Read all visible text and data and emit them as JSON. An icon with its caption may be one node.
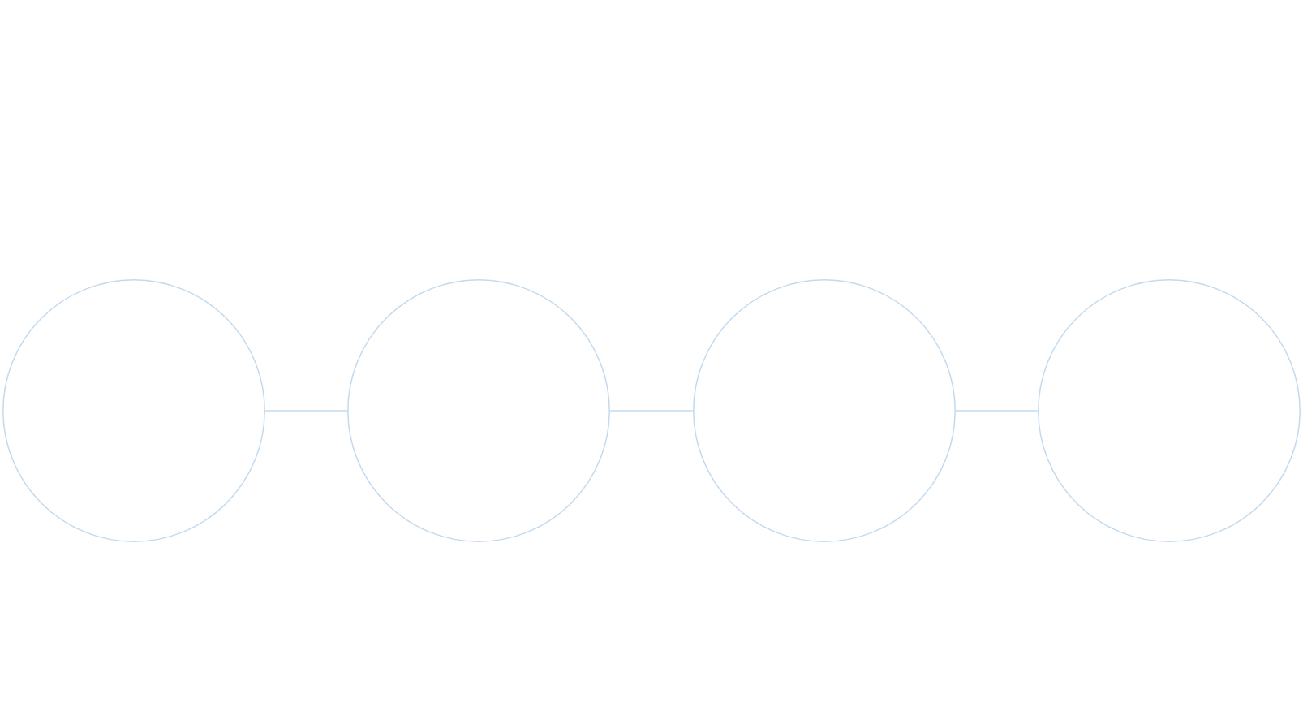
{
  "diagram": {
    "nodes": [
      {
        "text": [],
        "shape": "circle"
      },
      {
        "text": [],
        "shape": "circle"
      },
      {
        "text": [],
        "shape": "circle"
      },
      {
        "text": [],
        "shape": "circle"
      }
    ],
    "edges": [
      {
        "from": 0,
        "to": 1,
        "arrow": "none"
      },
      {
        "from": 1,
        "to": 2,
        "arrow": "none"
      },
      {
        "from": 2,
        "to": 3,
        "arrow": "none"
      }
    ]
  }
}
